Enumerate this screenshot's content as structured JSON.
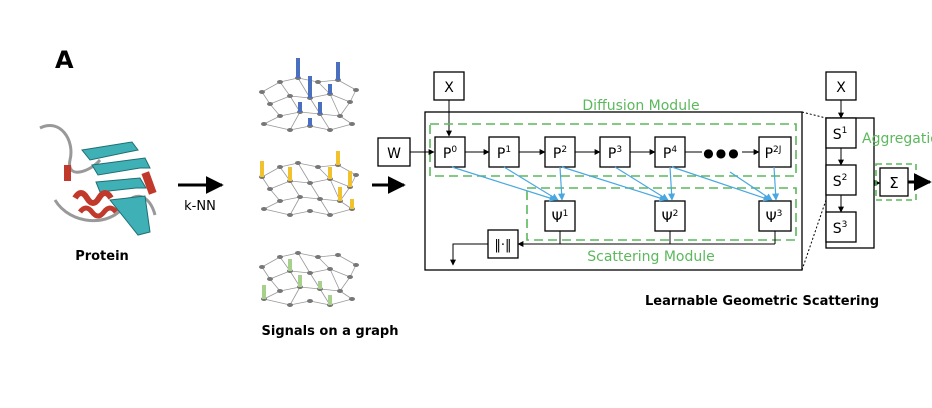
{
  "panel_letter": "A",
  "protein": {
    "caption": "Protein"
  },
  "knn_label": "k-NN",
  "signals": {
    "caption": "Signals on a graph",
    "colors": [
      "#4a6fbf",
      "#f2c12e",
      "#a8d08d"
    ]
  },
  "lgs": {
    "caption": "Learnable Geometric Scattering",
    "input_top": "X",
    "input_left": "W",
    "diffusion_module": "Diffusion Module",
    "scattering_module": "Scattering Module",
    "diffusion_nodes": [
      "P",
      "P",
      "P",
      "P",
      "P",
      "P"
    ],
    "diffusion_sups": [
      "0",
      "1",
      "2",
      "3",
      "4",
      "2J"
    ],
    "ellipsis": "●●●",
    "psi_nodes": [
      "Ψ",
      "Ψ",
      "Ψ"
    ],
    "psi_sups": [
      "1",
      "2",
      "3"
    ],
    "norm_box": "‖·‖"
  },
  "aggregation": {
    "input_top": "X",
    "label": "Aggregation",
    "s_nodes": [
      "S",
      "S",
      "S"
    ],
    "s_sups": [
      "1",
      "2",
      "3"
    ],
    "sum_symbol": "Σ"
  },
  "colors": {
    "green": "#5cb85c",
    "arrow_blue": "#4aa8e0",
    "teal": "#3fb0b5",
    "red": "#c0392b"
  }
}
